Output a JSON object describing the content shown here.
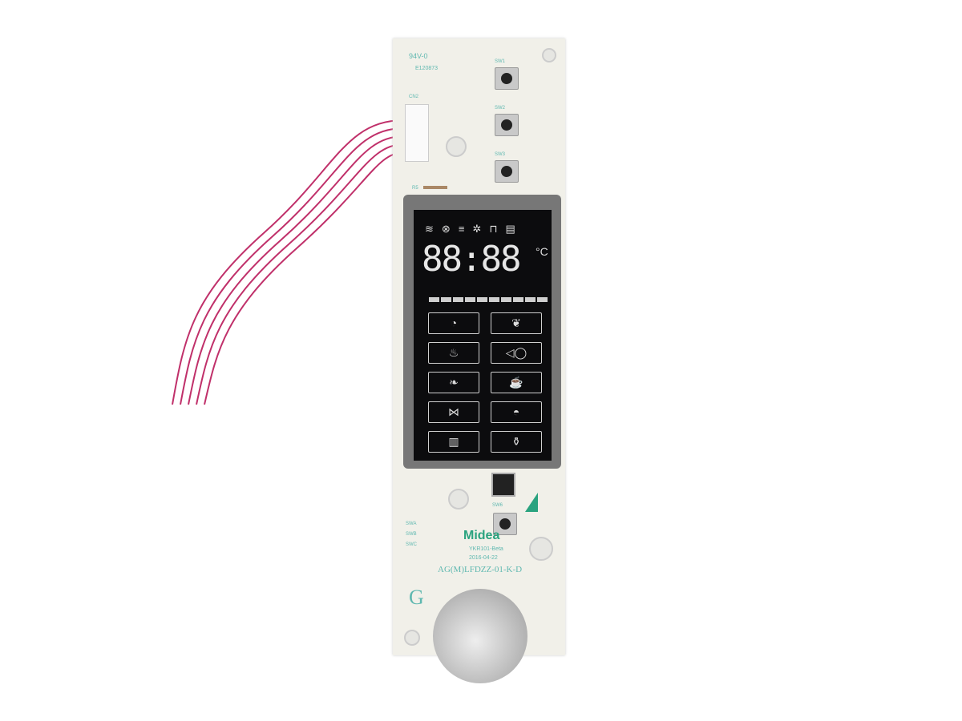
{
  "board": {
    "ul_mark": "94V-0",
    "file_no": "E120873",
    "connector_label": "CN2",
    "resistor_label": "R5",
    "switch_labels": [
      "SW1",
      "SW2",
      "SW3",
      "SW6"
    ],
    "left_switch_labels": [
      "SWA",
      "SWB",
      "SWC"
    ],
    "brand": "Midea",
    "version": "YKR101-Beta",
    "date": "2016-04-22",
    "part_no": "AG(M)LFDZZ-01-K-D",
    "corner_mark": "G"
  },
  "display": {
    "time": "88:88",
    "unit": "°C",
    "status_icons": [
      "steam-icon",
      "no-preheat-icon",
      "grill-icon",
      "defrost-icon",
      "lock-icon",
      "menu-icon"
    ],
    "progress_segments": 10,
    "program_icons": [
      "pizza-icon",
      "potato-icon",
      "chicken-icon",
      "fish-icon",
      "vegetable-icon",
      "beverage-icon",
      "pasta-icon",
      "cake-icon",
      "popcorn-icon",
      "baby-bottle-icon"
    ]
  },
  "colors": {
    "silkscreen": "#5fb8b0",
    "pcb": "#f1f0e9",
    "lcd": "#0c0c0e",
    "cable": "#c0306a"
  }
}
